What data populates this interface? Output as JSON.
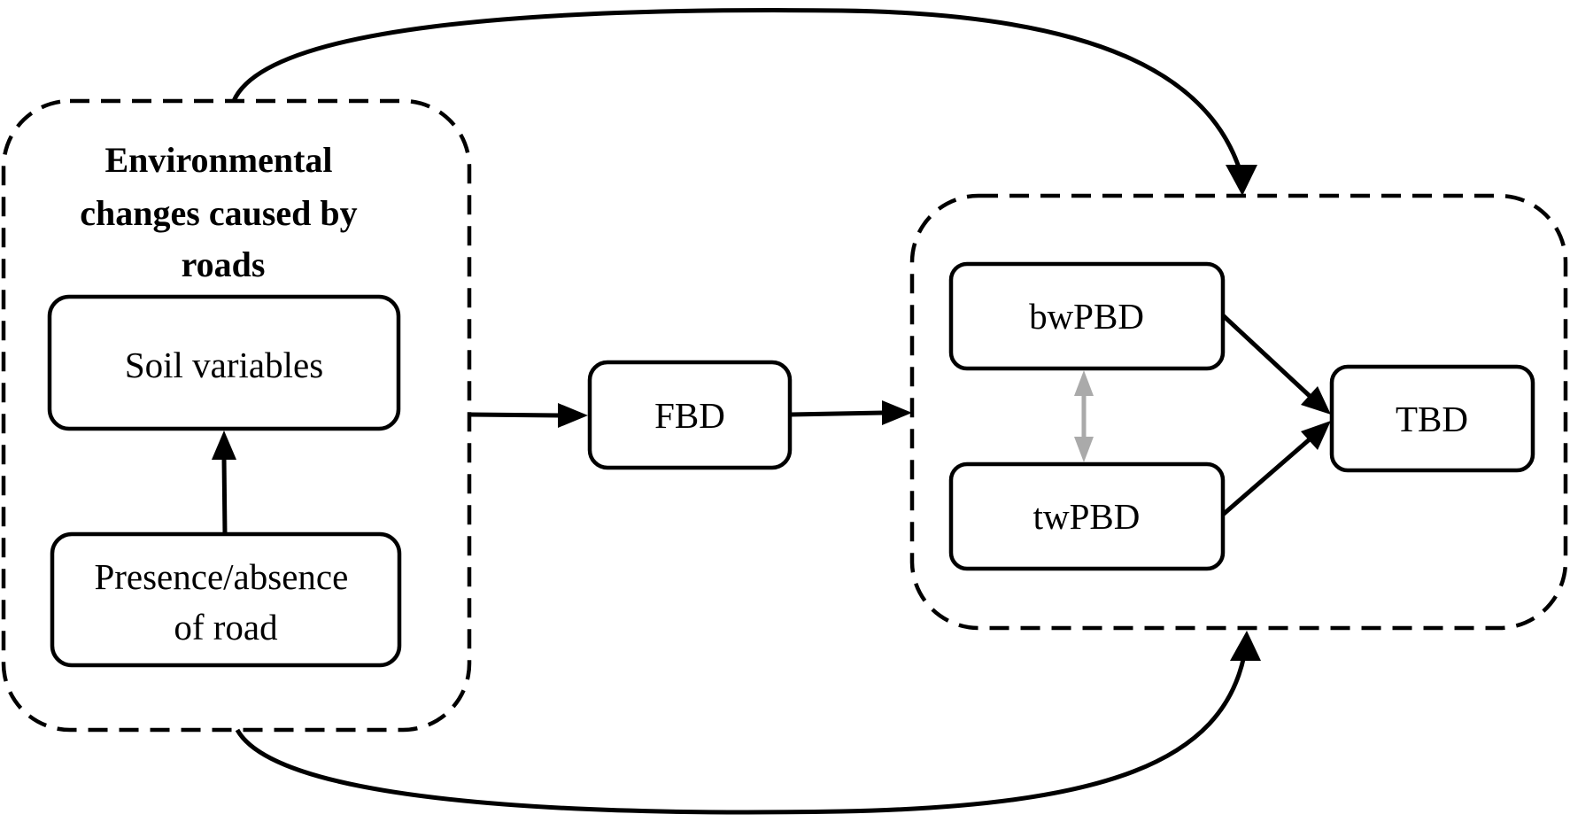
{
  "group_left": {
    "title_lines": [
      "Environmental",
      "changes caused by",
      "roads"
    ]
  },
  "nodes": {
    "soil": {
      "label": "Soil variables"
    },
    "road": {
      "label_lines": [
        "Presence/absence",
        "of road"
      ]
    },
    "fbd": {
      "label": "FBD"
    },
    "bwpbd": {
      "label": "bwPBD"
    },
    "twpbd": {
      "label": "twPBD"
    },
    "tbd": {
      "label": "TBD"
    }
  },
  "colors": {
    "line": "#000000",
    "bidirectional_arrow": "#aaaaaa",
    "background": "#ffffff"
  }
}
